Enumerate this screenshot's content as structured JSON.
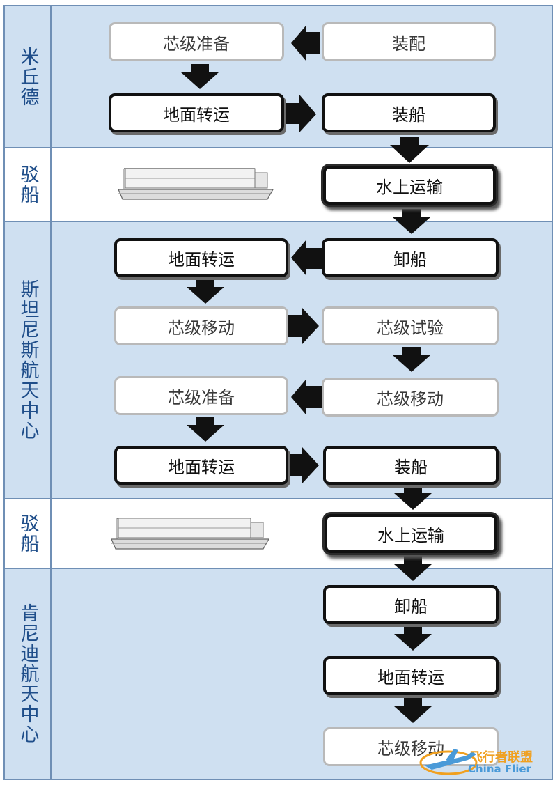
{
  "lanes": [
    {
      "label": "米丘德"
    },
    {
      "label": "驳船"
    },
    {
      "label": "斯坦尼斯航天中心"
    },
    {
      "label": "驳船"
    },
    {
      "label": "肯尼迪航天中心"
    }
  ],
  "nodes": [
    {
      "id": "n1",
      "label": "芯级准备"
    },
    {
      "id": "n2",
      "label": "装配"
    },
    {
      "id": "n3",
      "label": "地面转运"
    },
    {
      "id": "n4",
      "label": "装船"
    },
    {
      "id": "n5",
      "label": "水上运输"
    },
    {
      "id": "n6",
      "label": "地面转运"
    },
    {
      "id": "n7",
      "label": "卸船"
    },
    {
      "id": "n8",
      "label": "芯级移动"
    },
    {
      "id": "n9",
      "label": "芯级试验"
    },
    {
      "id": "n10",
      "label": "芯级准备"
    },
    {
      "id": "n11",
      "label": "芯级移动"
    },
    {
      "id": "n12",
      "label": "地面转运"
    },
    {
      "id": "n13",
      "label": "装船"
    },
    {
      "id": "n14",
      "label": "水上运输"
    },
    {
      "id": "n15",
      "label": "卸船"
    },
    {
      "id": "n16",
      "label": "地面转运"
    },
    {
      "id": "n17",
      "label": "芯级移动"
    }
  ],
  "edges": [
    {
      "from": "n2",
      "to": "n1"
    },
    {
      "from": "n1",
      "to": "n3"
    },
    {
      "from": "n3",
      "to": "n4"
    },
    {
      "from": "n4",
      "to": "n5"
    },
    {
      "from": "n5",
      "to": "n7"
    },
    {
      "from": "n7",
      "to": "n6"
    },
    {
      "from": "n6",
      "to": "n8"
    },
    {
      "from": "n8",
      "to": "n9"
    },
    {
      "from": "n9",
      "to": "n11"
    },
    {
      "from": "n11",
      "to": "n10"
    },
    {
      "from": "n10",
      "to": "n12"
    },
    {
      "from": "n12",
      "to": "n13"
    },
    {
      "from": "n13",
      "to": "n14"
    },
    {
      "from": "n14",
      "to": "n15"
    },
    {
      "from": "n15",
      "to": "n16"
    },
    {
      "from": "n16",
      "to": "n17"
    }
  ],
  "watermark": {
    "cn": "飞行者联盟",
    "en": "China Flier"
  },
  "colors": {
    "lane_fill": "#cfe0f1",
    "lane_alt_fill": "#ffffff",
    "lane_border": "#6f8fb5",
    "label_text": "#1f4e8a",
    "arrow": "#111111"
  }
}
